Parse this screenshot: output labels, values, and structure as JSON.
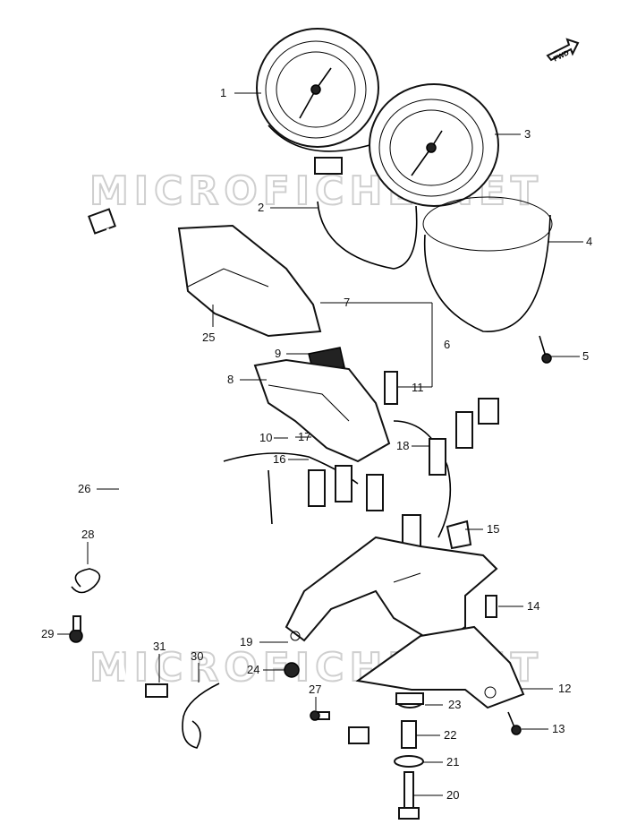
{
  "watermark": "MICROFICHE.NET",
  "fwd_badge": "FWD",
  "labels": {
    "p1": "1",
    "p2": "2",
    "p3": "3",
    "p4": "4",
    "p5": "5",
    "p6": "6",
    "p7": "7",
    "p8": "8",
    "p9": "9",
    "p10": "10",
    "p11": "11",
    "p12": "12",
    "p13": "13",
    "p14": "14",
    "p15": "15",
    "p16": "16",
    "p17": "17",
    "p18": "18",
    "p19": "19",
    "p20": "20",
    "p21": "21",
    "p22": "22",
    "p23": "23",
    "p24": "24",
    "p25": "25",
    "p26": "26",
    "p27": "27",
    "p28": "28",
    "p29": "29",
    "p30": "30",
    "p31": "31"
  }
}
